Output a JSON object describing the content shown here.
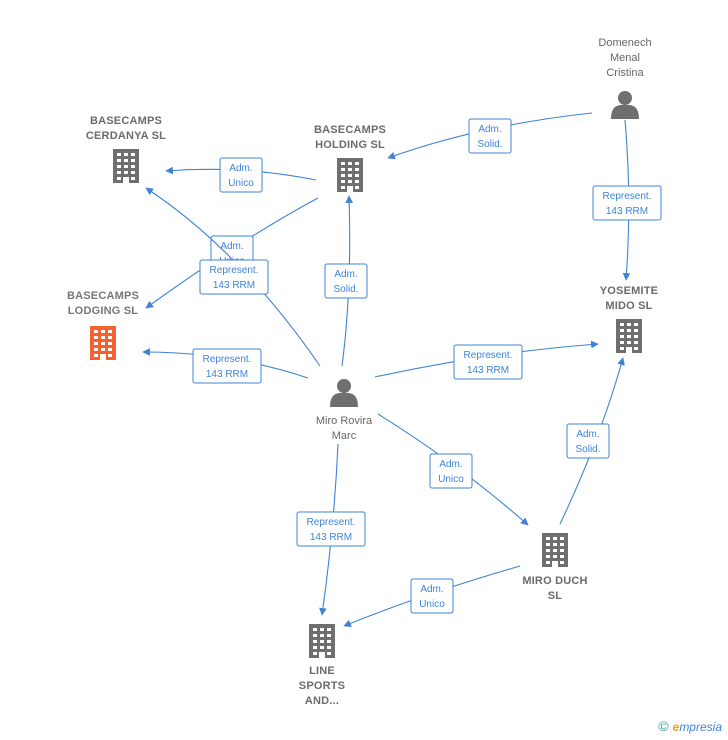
{
  "colors": {
    "edge": "#3e84d6",
    "building": "#6f6f6f",
    "building_focus": "#f4622f",
    "person": "#6f6f6f"
  },
  "nodes": [
    {
      "id": "domenech",
      "type": "person",
      "lines": [
        "Domenech",
        "Menal",
        "Cristina"
      ]
    },
    {
      "id": "basecamps_cerdanya",
      "type": "company",
      "lines": [
        "BASECAMPS",
        "CERDANYA SL"
      ]
    },
    {
      "id": "basecamps_holding",
      "type": "company",
      "lines": [
        "BASECAMPS",
        "HOLDING SL"
      ]
    },
    {
      "id": "basecamps_lodging",
      "type": "company-focus",
      "lines": [
        "BASECAMPS",
        "LODGING SL"
      ]
    },
    {
      "id": "yosemite",
      "type": "company",
      "lines": [
        "YOSEMITE",
        "MIDO SL"
      ]
    },
    {
      "id": "miro_rovira",
      "type": "person",
      "lines": [
        "Miro Rovira",
        "Marc"
      ]
    },
    {
      "id": "miro_duch",
      "type": "company",
      "lines": [
        "MIRO DUCH",
        "SL"
      ]
    },
    {
      "id": "line_sports",
      "type": "company",
      "lines": [
        "LINE",
        "SPORTS",
        "AND..."
      ]
    }
  ],
  "edges": [
    {
      "id": "domenech-holding",
      "label": [
        "Adm.",
        "Solid."
      ]
    },
    {
      "id": "domenech-yosemite",
      "label": [
        "Represent.",
        "143 RRM"
      ]
    },
    {
      "id": "holding-cerdanya",
      "label": [
        "Adm.",
        "Unico"
      ]
    },
    {
      "id": "holding-lodging",
      "label": [
        "Adm.",
        "Unico"
      ]
    },
    {
      "id": "miro-cerdanya",
      "label": [
        "Represent.",
        "143 RRM"
      ]
    },
    {
      "id": "miro-holding",
      "label": [
        "Adm.",
        "Solid."
      ]
    },
    {
      "id": "miro-lodging",
      "label": [
        "Represent.",
        "143 RRM"
      ]
    },
    {
      "id": "miro-yosemite",
      "label": [
        "Represent.",
        "143 RRM"
      ]
    },
    {
      "id": "miro-duch",
      "label": [
        "Adm.",
        "Unico"
      ]
    },
    {
      "id": "miro-line",
      "label": [
        "Represent.",
        "143 RRM"
      ]
    },
    {
      "id": "duch-yosemite",
      "label": [
        "Adm.",
        "Solid."
      ]
    },
    {
      "id": "duch-line",
      "label": [
        "Adm.",
        "Unico"
      ]
    }
  ],
  "brand": {
    "copyright": "©",
    "initial": "e",
    "name": "mpresia"
  }
}
